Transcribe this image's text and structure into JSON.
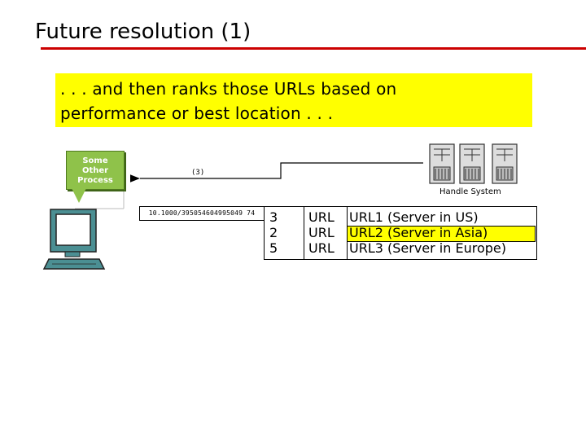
{
  "slide": {
    "title": "Future resolution (1)",
    "callout_line1": ". . . and then ranks those URLs based on",
    "callout_line2": "performance or best location . . ."
  },
  "diagram": {
    "process_label_line1": "Some",
    "process_label_line2": "Other",
    "process_label_line3": "Process",
    "arrow_label": "(3)",
    "handle_system_label": "Handle System",
    "handle_id": "10.1000/395054604995049 74",
    "table_rows": [
      {
        "index": "3",
        "type": "URL",
        "data": "URL1 (Server in US)"
      },
      {
        "index": "2",
        "type": "URL",
        "data": "URL2 (Server in Asia)"
      },
      {
        "index": "5",
        "type": "URL",
        "data": "URL3 (Server in Europe)"
      }
    ],
    "highlighted_row": 2
  },
  "colors": {
    "title_rule": "#cc0000",
    "callout_bg": "#ffff00",
    "process_bg": "#8fc24a",
    "monitor_teal": "#4b8f93"
  }
}
